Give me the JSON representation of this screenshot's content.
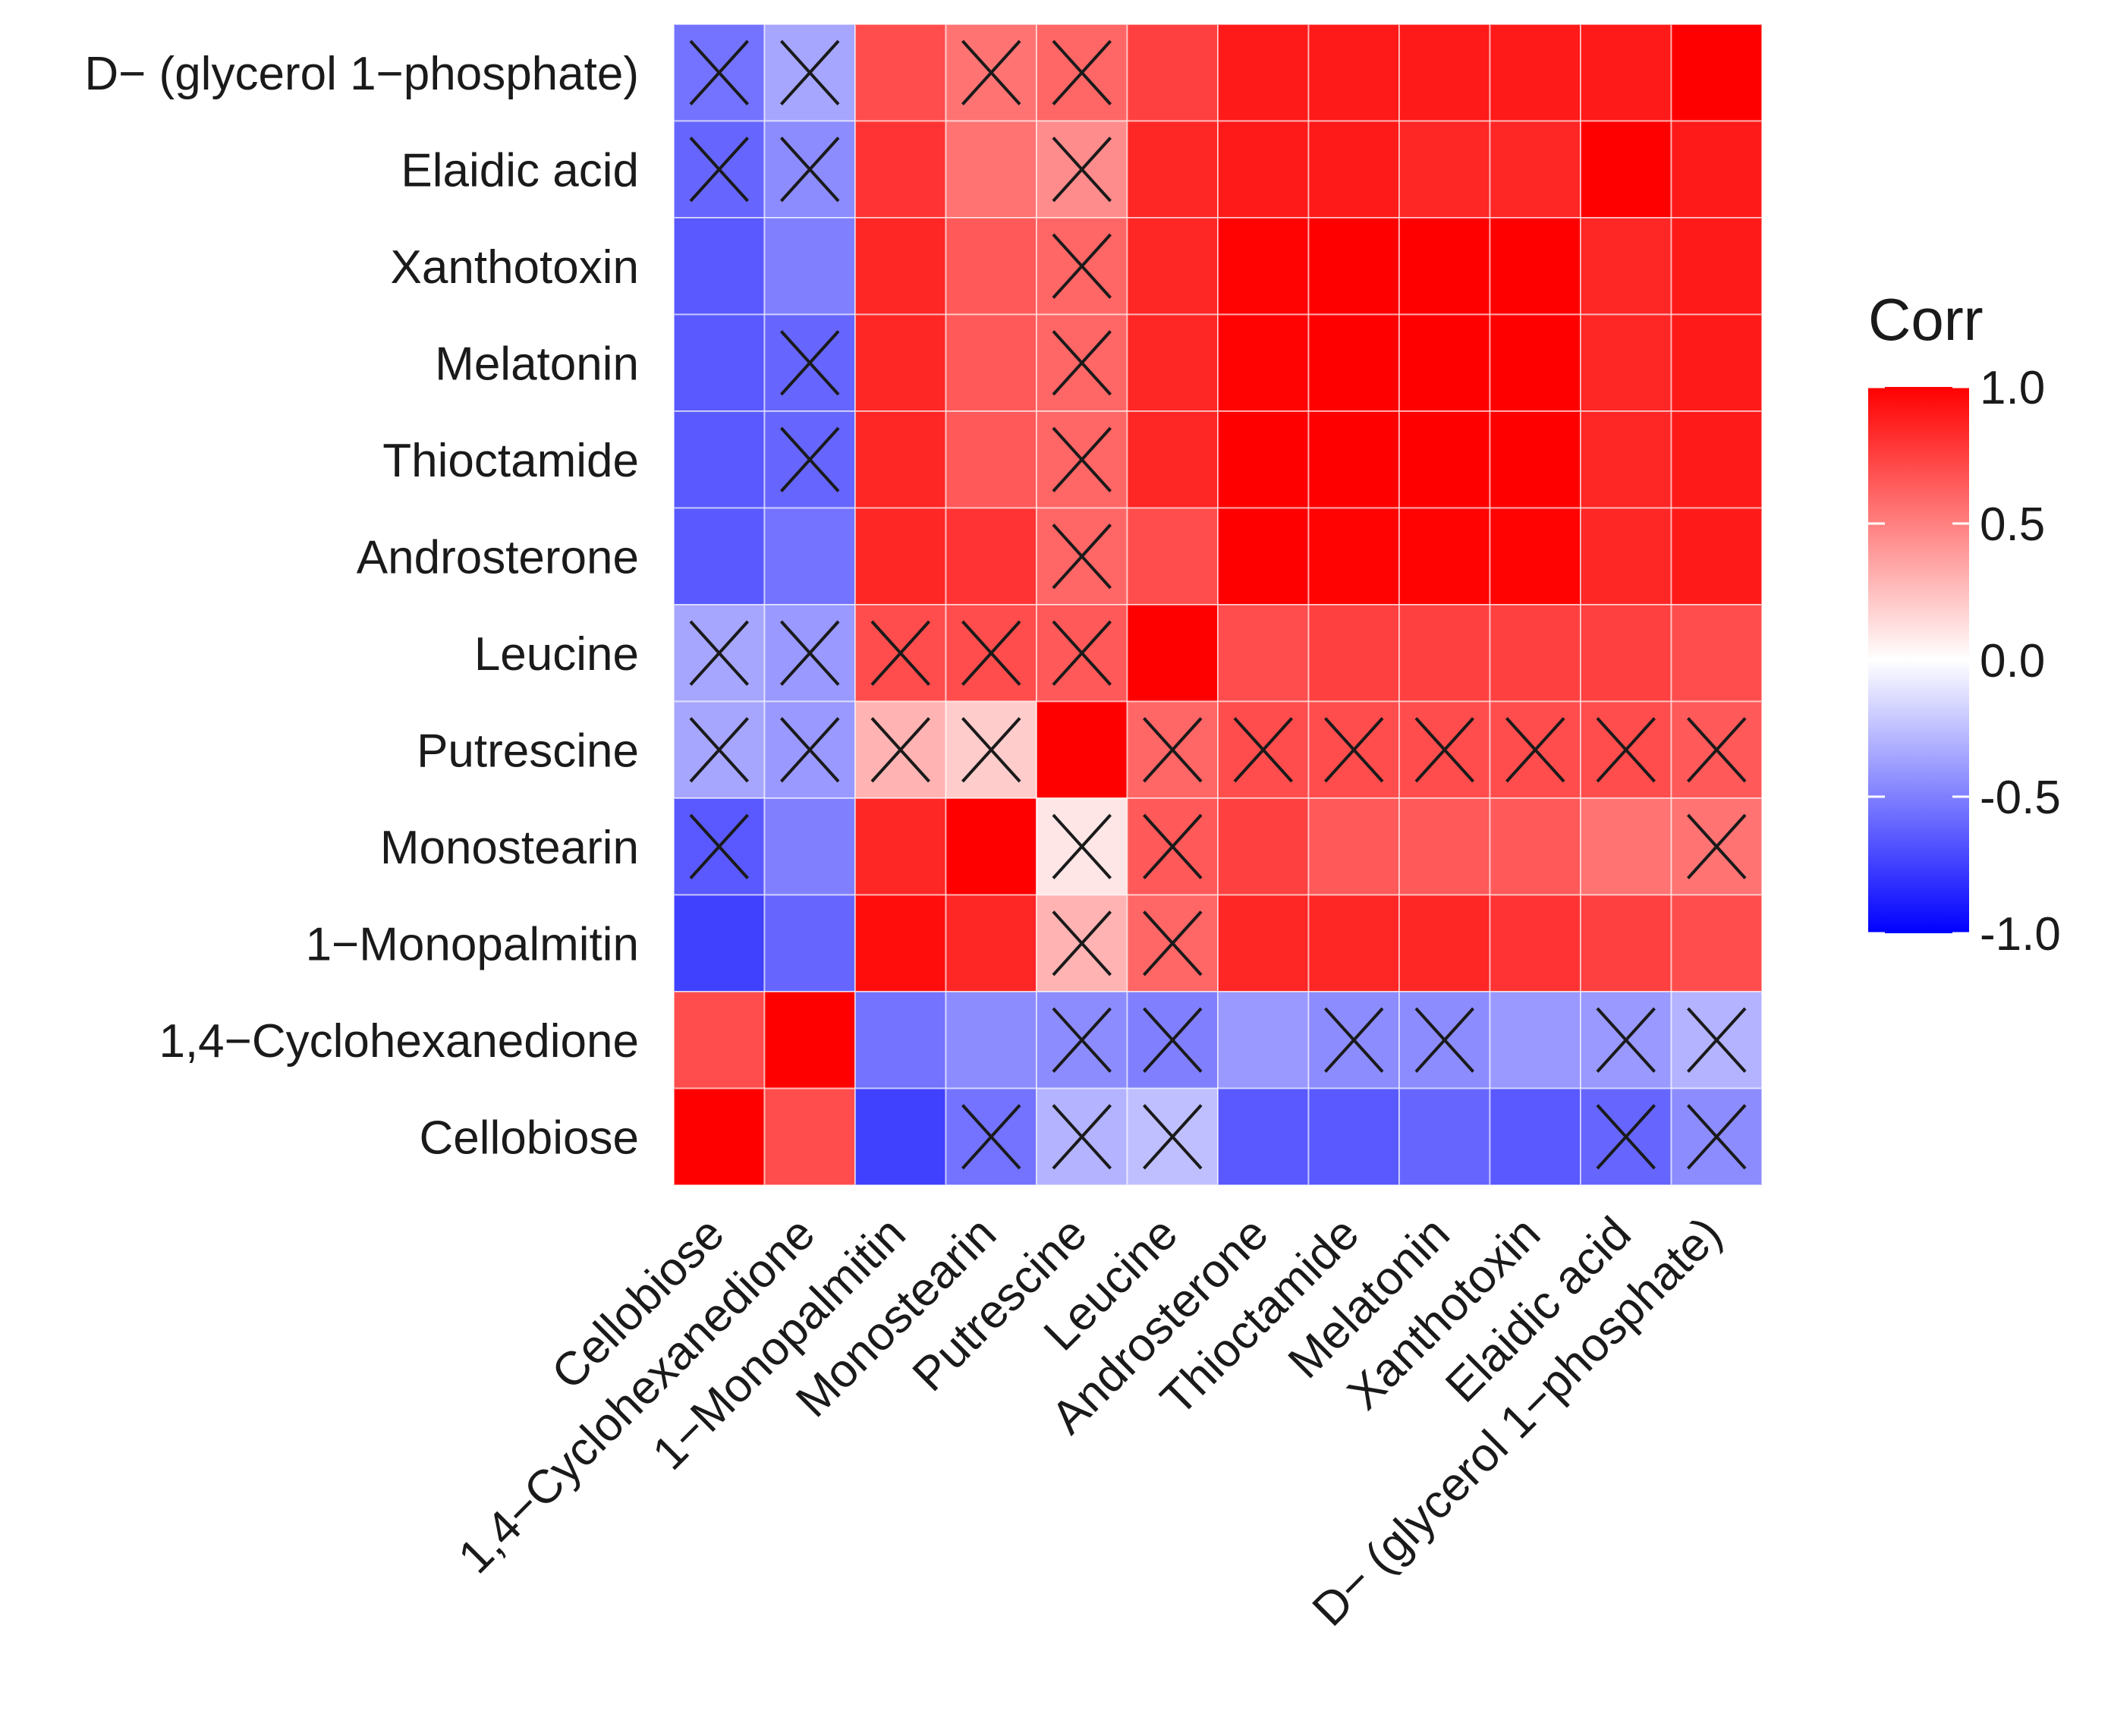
{
  "chart_data": {
    "type": "heatmap",
    "legend": {
      "title": "Corr",
      "position": "right",
      "ticks": [
        "1.0",
        "0.5",
        "0.0",
        "-0.5",
        "-1.0"
      ],
      "tick_values": [
        1.0,
        0.5,
        0.0,
        -0.5,
        -1.0
      ],
      "range": [
        -1.0,
        1.0
      ],
      "colors": {
        "low": "#0000FF",
        "mid": "#FFFFFF",
        "high": "#FF0000"
      }
    },
    "x_categories": [
      "Cellobiose",
      "1,4−Cyclohexanedione",
      "1−Monopalmitin",
      "Monostearin",
      "Putrescine",
      "Leucine",
      "Androsterone",
      "Thioctamide",
      "Melatonin",
      "Xanthotoxin",
      "Elaidic acid",
      "D− (glycerol 1−phosphate)"
    ],
    "y_categories": [
      "D− (glycerol 1−phosphate)",
      "Elaidic acid",
      "Xanthotoxin",
      "Melatonin",
      "Thioctamide",
      "Androsterone",
      "Leucine",
      "Putrescine",
      "Monostearin",
      "1−Monopalmitin",
      "1,4−Cyclohexanedione",
      "Cellobiose"
    ],
    "values": [
      [
        -0.55,
        -0.35,
        0.7,
        0.55,
        0.6,
        0.75,
        0.9,
        0.9,
        0.9,
        0.9,
        0.9,
        1.0
      ],
      [
        -0.6,
        -0.45,
        0.8,
        0.55,
        0.45,
        0.85,
        0.9,
        0.9,
        0.85,
        0.85,
        1.0,
        0.9
      ],
      [
        -0.65,
        -0.5,
        0.85,
        0.65,
        0.6,
        0.85,
        0.99,
        1.0,
        1.0,
        1.0,
        0.85,
        0.9
      ],
      [
        -0.65,
        -0.6,
        0.85,
        0.65,
        0.6,
        0.85,
        0.99,
        1.0,
        1.0,
        1.0,
        0.85,
        0.9
      ],
      [
        -0.65,
        -0.6,
        0.85,
        0.65,
        0.6,
        0.85,
        1.0,
        1.0,
        1.0,
        1.0,
        0.85,
        0.9
      ],
      [
        -0.65,
        -0.55,
        0.85,
        0.8,
        0.6,
        0.7,
        1.0,
        0.99,
        0.99,
        0.99,
        0.85,
        0.9
      ],
      [
        -0.35,
        -0.4,
        0.7,
        0.7,
        0.65,
        1.0,
        0.7,
        0.75,
        0.75,
        0.75,
        0.75,
        0.7
      ],
      [
        -0.35,
        -0.4,
        0.3,
        0.2,
        1.0,
        0.6,
        0.7,
        0.7,
        0.7,
        0.7,
        0.7,
        0.65
      ],
      [
        -0.65,
        -0.5,
        0.85,
        1.0,
        0.1,
        0.65,
        0.75,
        0.65,
        0.65,
        0.65,
        0.55,
        0.55
      ],
      [
        -0.75,
        -0.6,
        0.95,
        0.85,
        0.3,
        0.6,
        0.85,
        0.85,
        0.85,
        0.8,
        0.75,
        0.7
      ],
      [
        0.7,
        1.0,
        -0.55,
        -0.45,
        -0.45,
        -0.5,
        -0.4,
        -0.45,
        -0.45,
        -0.4,
        -0.4,
        -0.3
      ],
      [
        1.0,
        0.7,
        -0.75,
        -0.55,
        -0.3,
        -0.25,
        -0.65,
        -0.65,
        -0.6,
        -0.65,
        -0.6,
        -0.45
      ]
    ],
    "crossed": [
      [
        1,
        1,
        0,
        1,
        1,
        0,
        0,
        0,
        0,
        0,
        0,
        0
      ],
      [
        1,
        1,
        0,
        0,
        1,
        0,
        0,
        0,
        0,
        0,
        0,
        0
      ],
      [
        0,
        0,
        0,
        0,
        1,
        0,
        0,
        0,
        0,
        0,
        0,
        0
      ],
      [
        0,
        1,
        0,
        0,
        1,
        0,
        0,
        0,
        0,
        0,
        0,
        0
      ],
      [
        0,
        1,
        0,
        0,
        1,
        0,
        0,
        0,
        0,
        0,
        0,
        0
      ],
      [
        0,
        0,
        0,
        0,
        1,
        0,
        0,
        0,
        0,
        0,
        0,
        0
      ],
      [
        1,
        1,
        1,
        1,
        1,
        0,
        0,
        0,
        0,
        0,
        0,
        0
      ],
      [
        1,
        1,
        1,
        1,
        0,
        1,
        1,
        1,
        1,
        1,
        1,
        1
      ],
      [
        1,
        0,
        0,
        0,
        1,
        1,
        0,
        0,
        0,
        0,
        0,
        1
      ],
      [
        0,
        0,
        0,
        0,
        1,
        1,
        0,
        0,
        0,
        0,
        0,
        0
      ],
      [
        0,
        0,
        0,
        0,
        1,
        1,
        0,
        1,
        1,
        0,
        1,
        1
      ],
      [
        0,
        0,
        0,
        1,
        1,
        1,
        0,
        0,
        0,
        0,
        1,
        1
      ]
    ],
    "grid": true
  }
}
